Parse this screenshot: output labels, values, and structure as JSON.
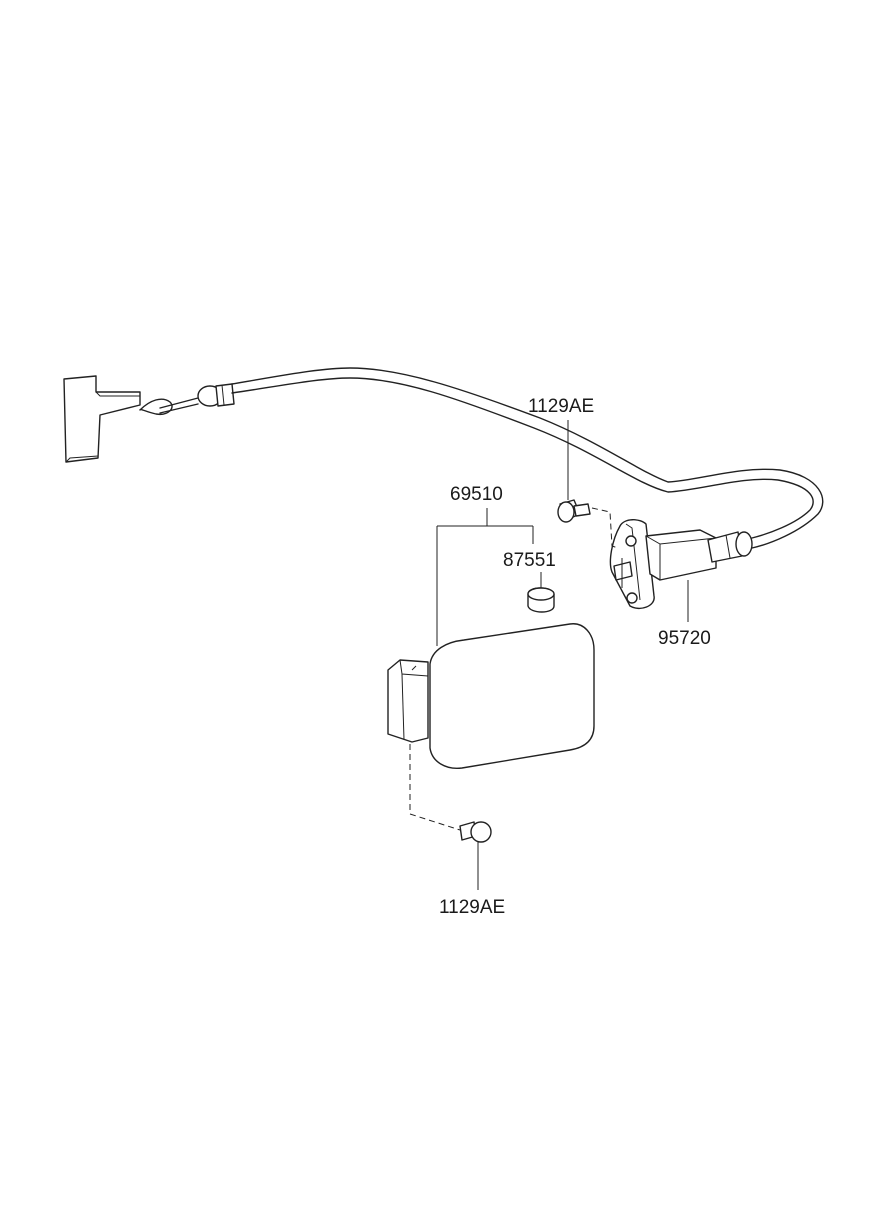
{
  "diagram": {
    "labels": {
      "bolt_top": "1129AE",
      "fuel_door": "69510",
      "bumper": "87551",
      "opener_cable": "95720",
      "bolt_bottom": "1129AE"
    }
  }
}
